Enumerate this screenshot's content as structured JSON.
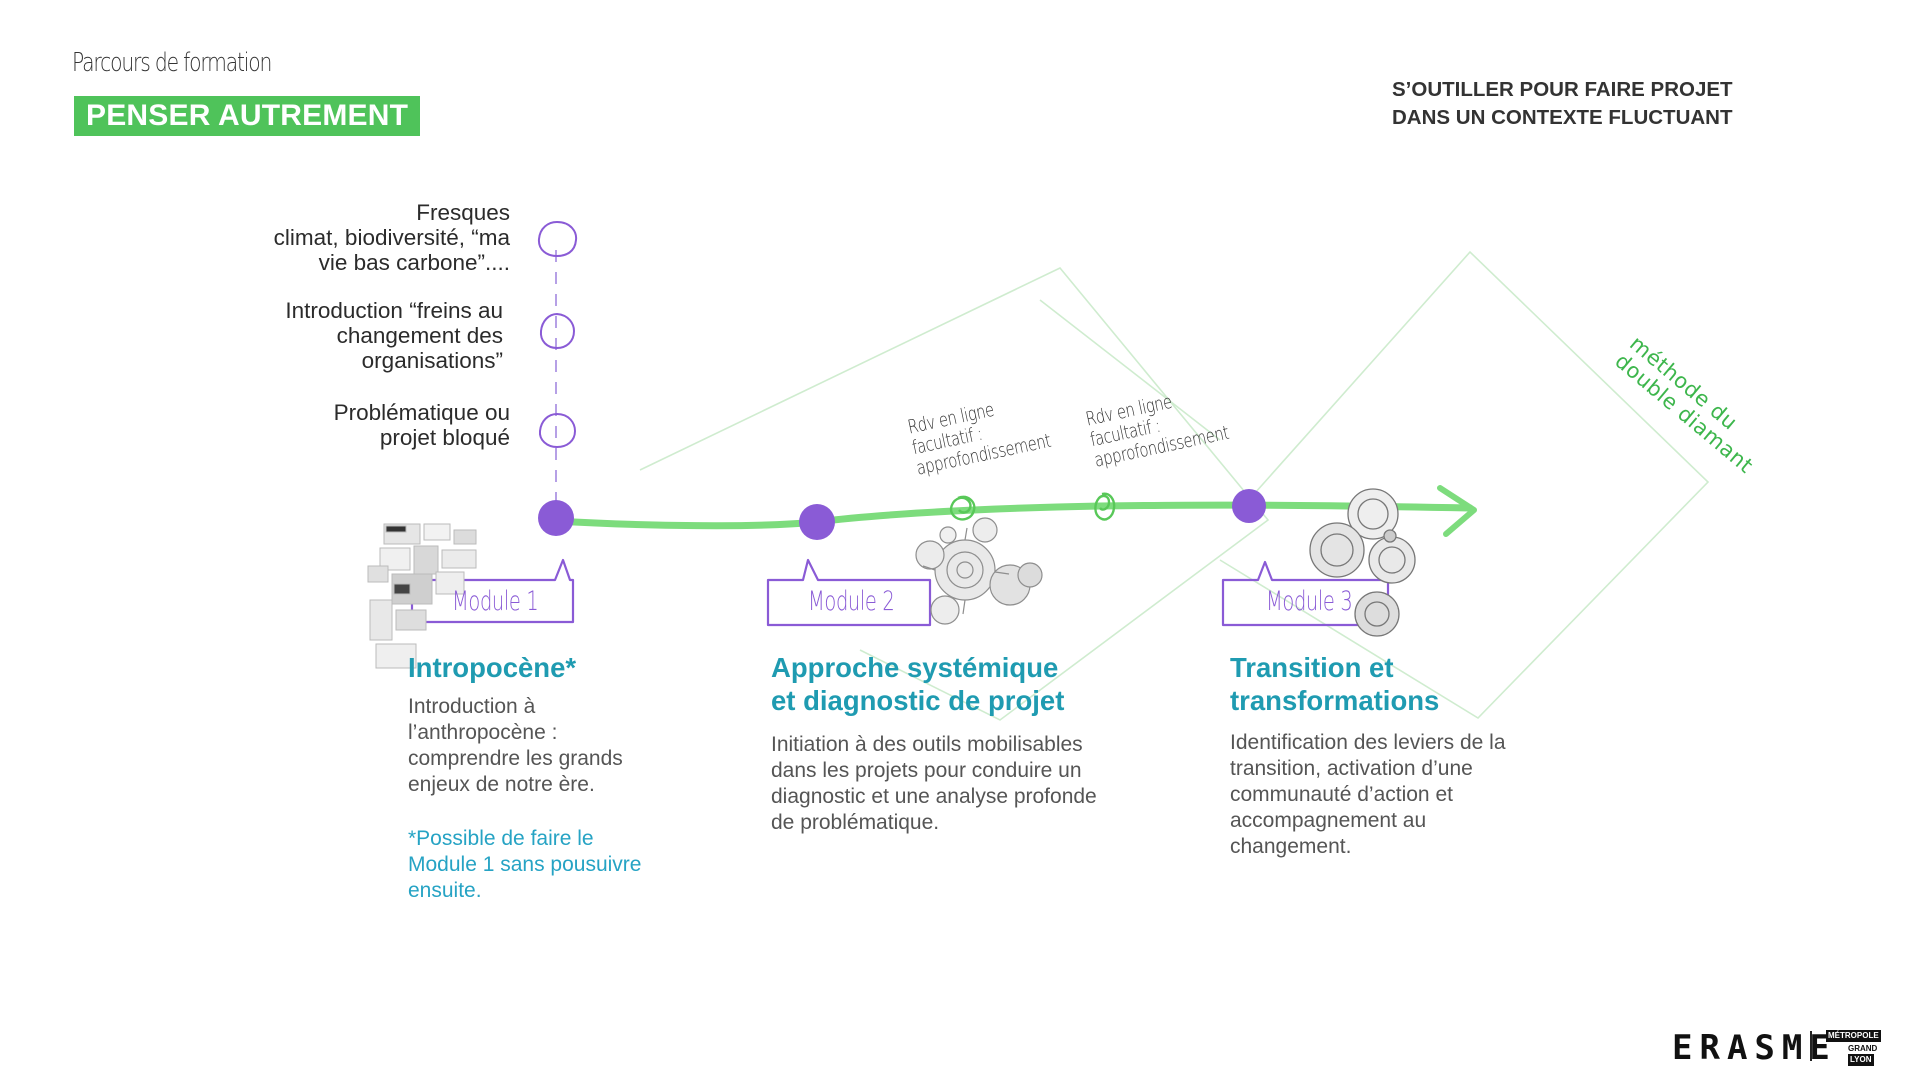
{
  "header": {
    "kicker": "Parcours de formation",
    "title": "PENSER AUTREMENT",
    "subtitle_line1": "S’OUTILLER POUR FAIRE PROJET",
    "subtitle_line2": "DANS UN CONTEXTE FLUCTUANT"
  },
  "prerequisites": [
    {
      "line1": "Fresques",
      "line2": "climat,  biodiversité, “ma",
      "line3": "vie bas carbone”...."
    },
    {
      "line1": "Introduction “freins au",
      "line2": "changement des",
      "line3": "organisations”"
    },
    {
      "line1": "Problématique ou",
      "line2": "projet bloqué"
    }
  ],
  "modules": [
    {
      "label": "Module 1",
      "title": "Intropocène*",
      "desc": [
        "Introduction à",
        "l’anthropocène :",
        "comprendre les grands",
        "enjeux de notre ère."
      ],
      "note": [
        "*Possible de faire le",
        "Module 1 sans pousuivre",
        "ensuite."
      ]
    },
    {
      "label": "Module 2",
      "title_line1": "Approche systémique",
      "title_line2": "et diagnostic de projet",
      "desc": [
        "Initiation à des outils mobilisables",
        "dans les projets pour conduire un",
        "diagnostic et une analyse profonde",
        "de problématique."
      ]
    },
    {
      "label": "Module 3",
      "title_line1": "Transition et",
      "title_line2": "transformations",
      "desc": [
        "Identification des leviers de la",
        "transition, activation d’une",
        "communauté d’action et",
        "accompagnement au",
        "changement."
      ]
    }
  ],
  "rdv": [
    {
      "line1": "Rdv en ligne",
      "line2": "facultatif :",
      "line3": "approfondissement"
    },
    {
      "line1": "Rdv en ligne",
      "line2": "facultatif :",
      "line3": "approfondissement"
    }
  ],
  "methode": {
    "line1": "méthode du",
    "line2": "double diamant"
  },
  "logos": {
    "erasme": "ERASME",
    "metropole": "MÉTROPOLE",
    "grand": "GRAND",
    "lyon": "LYON"
  },
  "colors": {
    "green": "#4fc35a",
    "line_green": "#7ddc7d",
    "purple": "#8a5bd6",
    "teal": "#1f9bb1"
  }
}
